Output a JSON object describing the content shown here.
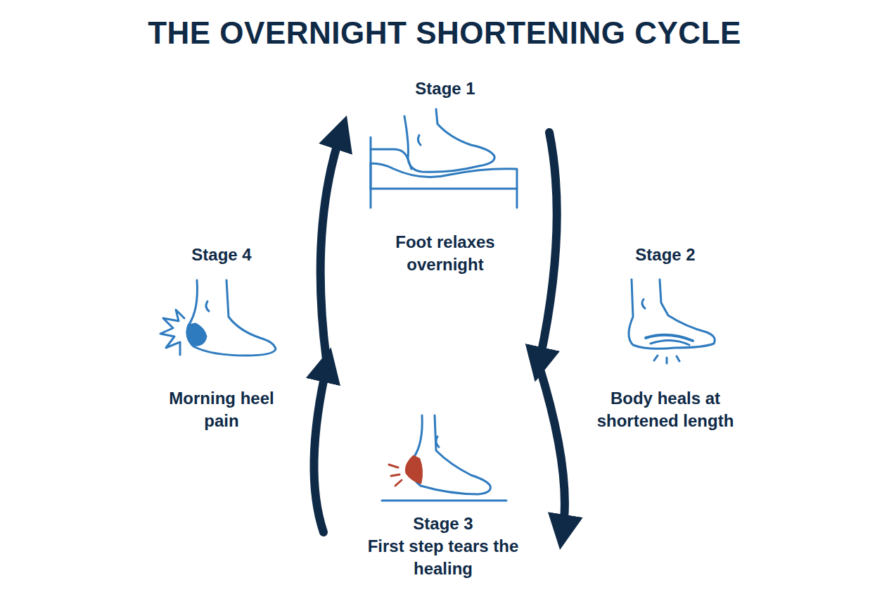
{
  "diagram": {
    "title": "THE OVERNIGHT SHORTENING CYCLE",
    "nodes": [
      {
        "text": [
          "Stage 1",
          "Foot relaxes overnight"
        ]
      },
      {
        "text": [
          "Stage 2",
          "Body heals at shortened length"
        ]
      },
      {
        "text": [
          "Stage 3",
          "First step tears the healing"
        ]
      },
      {
        "text": [
          "Stage 4",
          "Morning heel pain"
        ]
      }
    ],
    "edges": [
      {
        "from": 0,
        "to": 1,
        "arrow": "to"
      },
      {
        "from": 1,
        "to": 2,
        "arrow": "to"
      },
      {
        "from": 2,
        "to": 3,
        "arrow": "to"
      },
      {
        "from": 3,
        "to": 0,
        "arrow": "to"
      }
    ]
  }
}
